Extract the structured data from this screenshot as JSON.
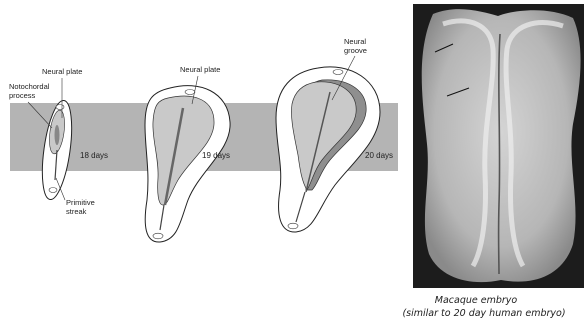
{
  "labels": {
    "neural_plate_1": "Neural plate",
    "notochordal_1": "Notochordal",
    "notochordal_2": "process",
    "primitive_1": "Primitive",
    "primitive_2": "streak",
    "neural_plate_2": "Neural plate",
    "neural_groove_1": "Neural",
    "neural_groove_2": "groove"
  },
  "days": {
    "d18": "18 days",
    "d19": "19 days",
    "d20": "20 days"
  },
  "caption": {
    "line1": "Macaque embryo",
    "line2": "(similar to 20 day human embryo)"
  },
  "colors": {
    "band": "#b4b4b4",
    "plate": "#c9c9c9",
    "groove": "#8f8f8f"
  }
}
